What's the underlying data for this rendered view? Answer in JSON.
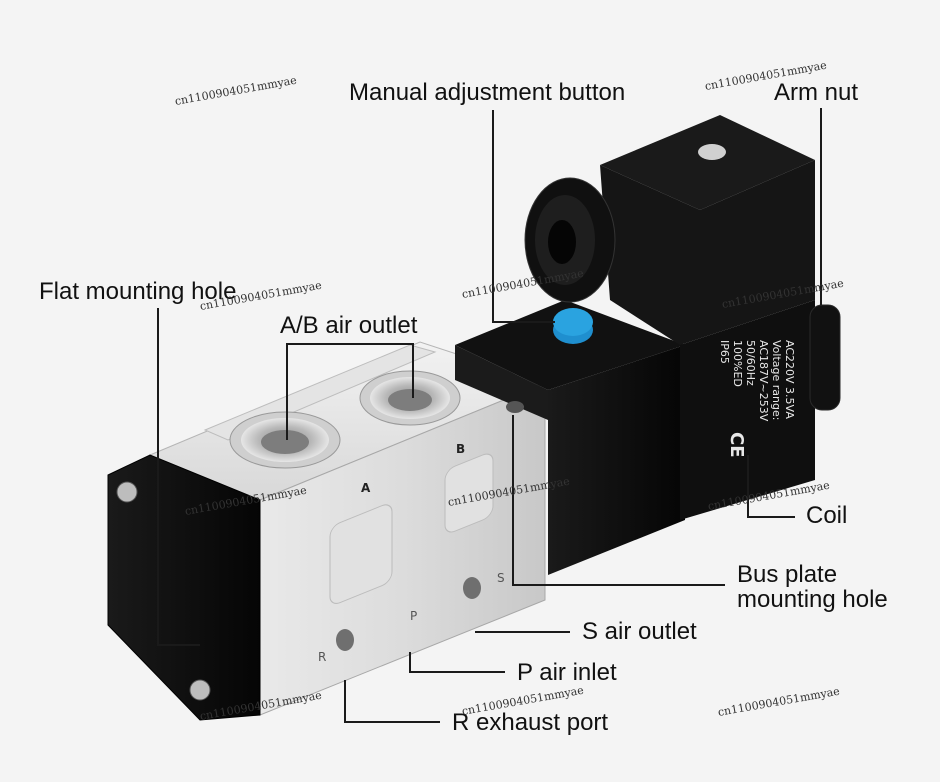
{
  "callouts": {
    "manual_button": "Manual adjustment button",
    "arm_nut": "Arm nut",
    "flat_hole": "Flat mounting hole",
    "ab_outlet": "A/B air outlet",
    "coil": "Coil",
    "bus_plate_line1": "Bus plate",
    "bus_plate_line2": "mounting hole",
    "s_outlet": "S air outlet",
    "p_inlet": "P air inlet",
    "r_exhaust": "R exhaust port"
  },
  "body_marks": {
    "a": "A",
    "b": "B",
    "p": "P",
    "r": "R",
    "s": "S"
  },
  "coil_spec": {
    "line1": "AC220V 3.5VA",
    "line2": "Voltage range:",
    "line3": "AC187V~253V",
    "line4": "50/60Hz",
    "line5": "100%ED",
    "line6": "IP65",
    "ce": "CE"
  },
  "watermark": "cn1100904051mmyae",
  "colors": {
    "background": "#f4f4f4",
    "aluminum": "#d9d9d9",
    "black_part": "#0d0d0d",
    "manual_button": "#2aa3e0",
    "leader_line": "#1a1a1a"
  }
}
